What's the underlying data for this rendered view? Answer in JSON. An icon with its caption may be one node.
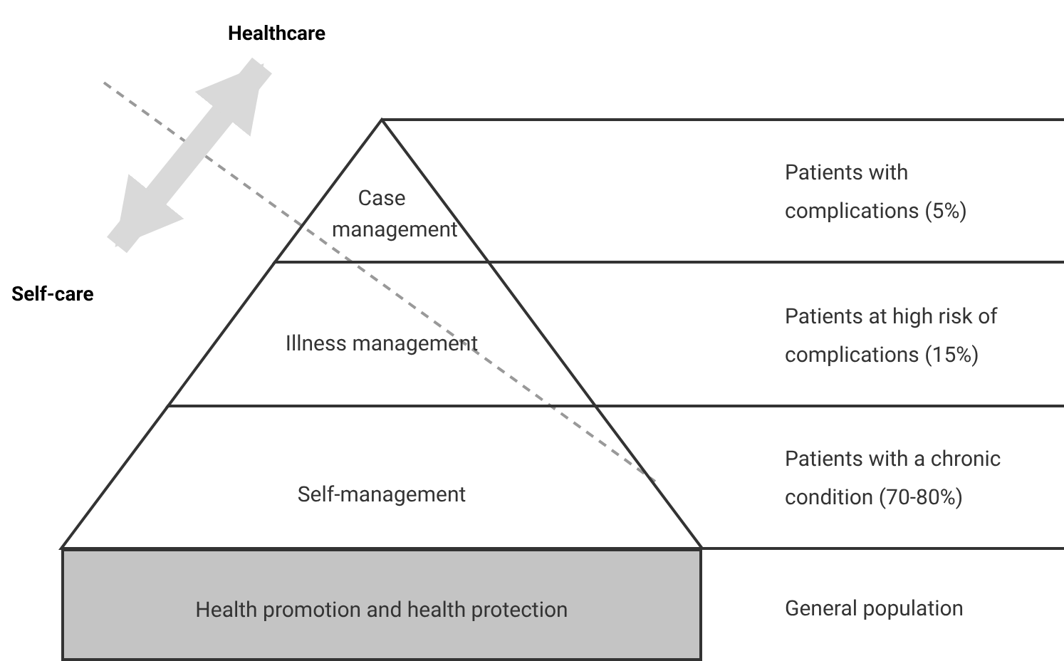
{
  "diagram": {
    "nodes": [
      {
        "text": [
          "Case management"
        ]
      },
      {
        "text": [
          "Illness management"
        ]
      },
      {
        "text": [
          "Self-management"
        ]
      },
      {
        "text": [
          "Health promotion and health protection"
        ]
      },
      {
        "text": [
          "Healthcare"
        ]
      },
      {
        "text": [
          "Self-care"
        ]
      }
    ],
    "edges": [
      {
        "from": 5,
        "to": 4,
        "arrow": "both",
        "color": "#d9d9d9"
      }
    ],
    "labels": [
      "Patients with complications (5%)",
      "Patients at high risk of complications (15%)",
      "Patients with a chronic condition (70-80%)",
      "General population"
    ]
  }
}
